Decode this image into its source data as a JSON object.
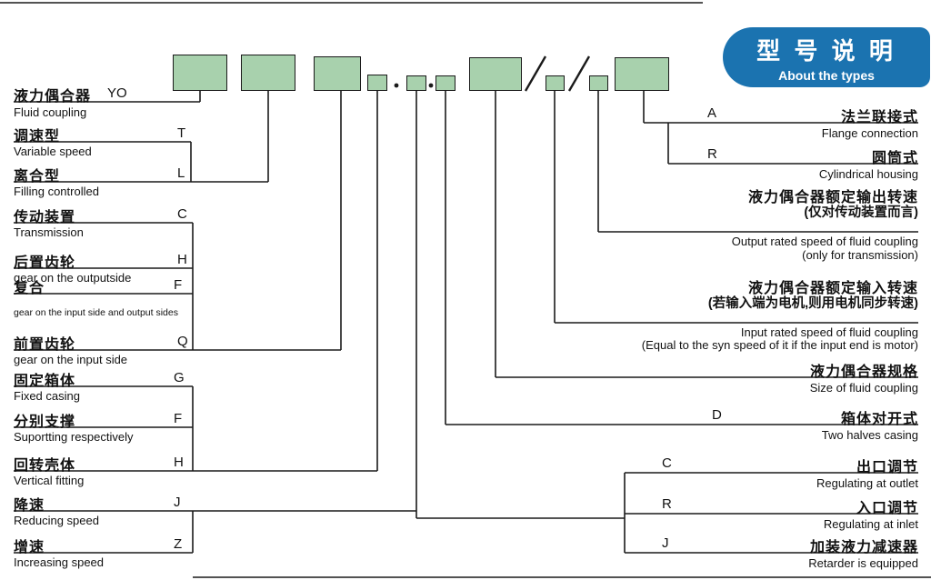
{
  "badge": {
    "title_zh": "型 号 说 明",
    "subtitle_en": "About the types",
    "bg_color": "#1b73b0",
    "text_color": "#ffffff"
  },
  "diagram": {
    "box_fill": "#a8d1ad",
    "box_border": "#1a1a1a",
    "line_color": "#1a1a1a"
  },
  "left_items": [
    {
      "zh": "液力偶合器",
      "code": "YO",
      "en": "Fluid coupling"
    },
    {
      "zh": "调速型",
      "code": "T",
      "en": "Variable speed"
    },
    {
      "zh": "离合型",
      "code": "L",
      "en": "Filling controlled"
    },
    {
      "zh": "传动装置",
      "code": "C",
      "en": "Transmission"
    },
    {
      "zh": "后置齿轮",
      "code": "H",
      "en": "gear on the outputside"
    },
    {
      "zh": "复合",
      "code": "F",
      "en": "gear on the input side and output sides"
    },
    {
      "zh": "前置齿轮",
      "code": "Q",
      "en": "gear on the input side"
    },
    {
      "zh": "固定箱体",
      "code": "G",
      "en": "Fixed casing"
    },
    {
      "zh": "分别支撑",
      "code": "F",
      "en": "Suportting respectively"
    },
    {
      "zh": "回转壳体",
      "code": "H",
      "en": "Vertical fitting"
    },
    {
      "zh": "降速",
      "code": "J",
      "en": "Reducing speed"
    },
    {
      "zh": "增速",
      "code": "Z",
      "en": "Increasing speed"
    }
  ],
  "right_items": [
    {
      "code": "A",
      "zh": "法兰联接式",
      "en": "Flange connection"
    },
    {
      "code": "R",
      "zh": "圆筒式",
      "en": "Cylindrical housing"
    },
    {
      "zh": "液力偶合器额定输出转速",
      "zh2": "(仅对传动装置而言)",
      "en": "Output rated speed of fluid coupling",
      "en2": "(only for transmission)"
    },
    {
      "zh": "液力偶合器额定输入转速",
      "zh2": "(若输入端为电机,则用电机同步转速)",
      "en": "Input rated speed of fluid coupling",
      "en2": "(Equal to the syn speed of it if the input end is motor)"
    },
    {
      "zh": "液力偶合器规格",
      "en": "Size of fluid coupling"
    },
    {
      "code": "D",
      "zh": "箱体对开式",
      "en": "Two halves casing"
    },
    {
      "code": "C",
      "zh": "出口调节",
      "en": "Regulating at outlet"
    },
    {
      "code": "R",
      "zh": "入口调节",
      "en": "Regulating at inlet"
    },
    {
      "code": "J",
      "zh": "加装液力减速器",
      "en": "Retarder is equipped"
    }
  ]
}
